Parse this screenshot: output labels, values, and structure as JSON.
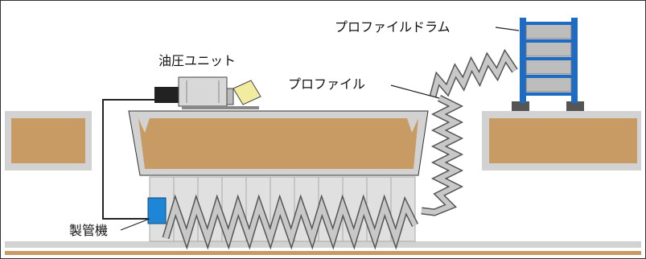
{
  "labels": {
    "hydraulic_unit": "油圧ユニット",
    "profile": "プロファイル",
    "profile_drum": "プロファイルドラム",
    "pipe_machine": "製管機"
  },
  "colors": {
    "soil": "#c89a64",
    "concrete": "#d2d2d2",
    "frame_line": "#333333",
    "spring_fill": "#c8c8c8",
    "drum_blue": "#1e6bc4",
    "machine_blue": "#1d86d6"
  }
}
